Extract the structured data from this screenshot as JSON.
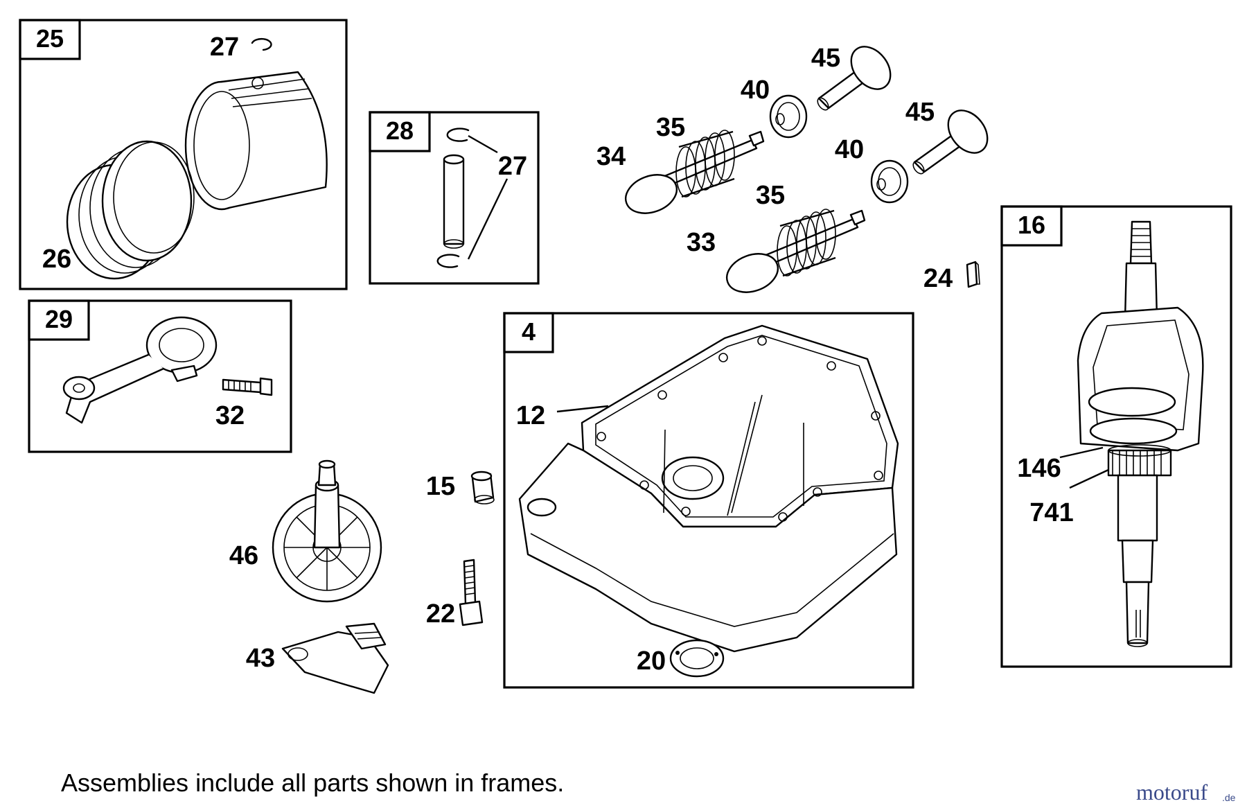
{
  "frames": {
    "f25": "25",
    "f28": "28",
    "f29": "29",
    "f4": "4",
    "f16": "16"
  },
  "callouts": {
    "c27a": "27",
    "c26": "26",
    "c27b": "27",
    "c32": "32",
    "c45a": "45",
    "c40a": "40",
    "c35a": "35",
    "c34": "34",
    "c45b": "45",
    "c40b": "40",
    "c35b": "35",
    "c33": "33",
    "c24": "24",
    "c12": "12",
    "c15": "15",
    "c46": "46",
    "c22": "22",
    "c43": "43",
    "c20": "20",
    "c146": "146",
    "c741": "741"
  },
  "caption": "Assemblies include all parts shown in frames.",
  "watermark": {
    "main": "motoruf",
    "suffix": ".de"
  },
  "colors": {
    "watermark_main": "#3a4a8a",
    "watermark_accent": "#c9a227"
  }
}
